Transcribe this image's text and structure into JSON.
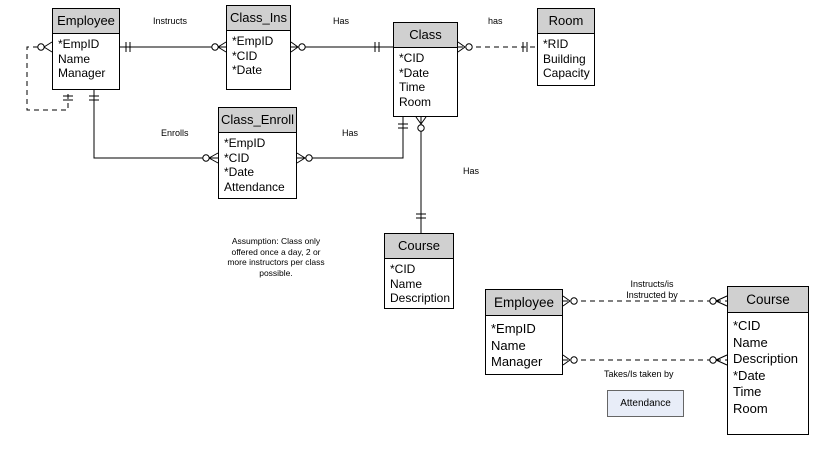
{
  "entities": {
    "employee": {
      "title": "Employee",
      "attrs": [
        "*EmpID",
        "Name",
        "Manager"
      ]
    },
    "class_ins": {
      "title": "Class_Ins",
      "attrs": [
        "*EmpID",
        "*CID",
        "*Date"
      ]
    },
    "class": {
      "title": "Class",
      "attrs": [
        "*CID",
        "*Date",
        "Time",
        "Room"
      ]
    },
    "room": {
      "title": "Room",
      "attrs": [
        "*RID",
        "Building",
        "Capacity"
      ]
    },
    "class_enroll": {
      "title": "Class_Enroll",
      "attrs": [
        "*EmpID",
        "*CID",
        "*Date",
        "Attendance"
      ]
    },
    "course": {
      "title": "Course",
      "attrs": [
        "*CID",
        "Name",
        "Description"
      ]
    },
    "employee2": {
      "title": "Employee",
      "attrs": [
        "*EmpID",
        "Name",
        "Manager"
      ]
    },
    "course2": {
      "title": "Course",
      "attrs": [
        "*CID",
        "Name",
        "Description",
        "*Date",
        "Time",
        "Room"
      ]
    }
  },
  "relationships": {
    "instructs": "Instructs",
    "has1": "Has",
    "has2": "has",
    "enrolls": "Enrolls",
    "has3": "Has",
    "has4": "Has",
    "instructs_is_line1": "Instructs/is",
    "instructs_is_line2": "Instructed by",
    "takes": "Takes/Is taken by"
  },
  "note": {
    "lines": [
      "Assumption: Class only",
      "offered once a day, 2 or",
      "more instructors per class",
      "possible."
    ]
  },
  "attendance": "Attendance"
}
